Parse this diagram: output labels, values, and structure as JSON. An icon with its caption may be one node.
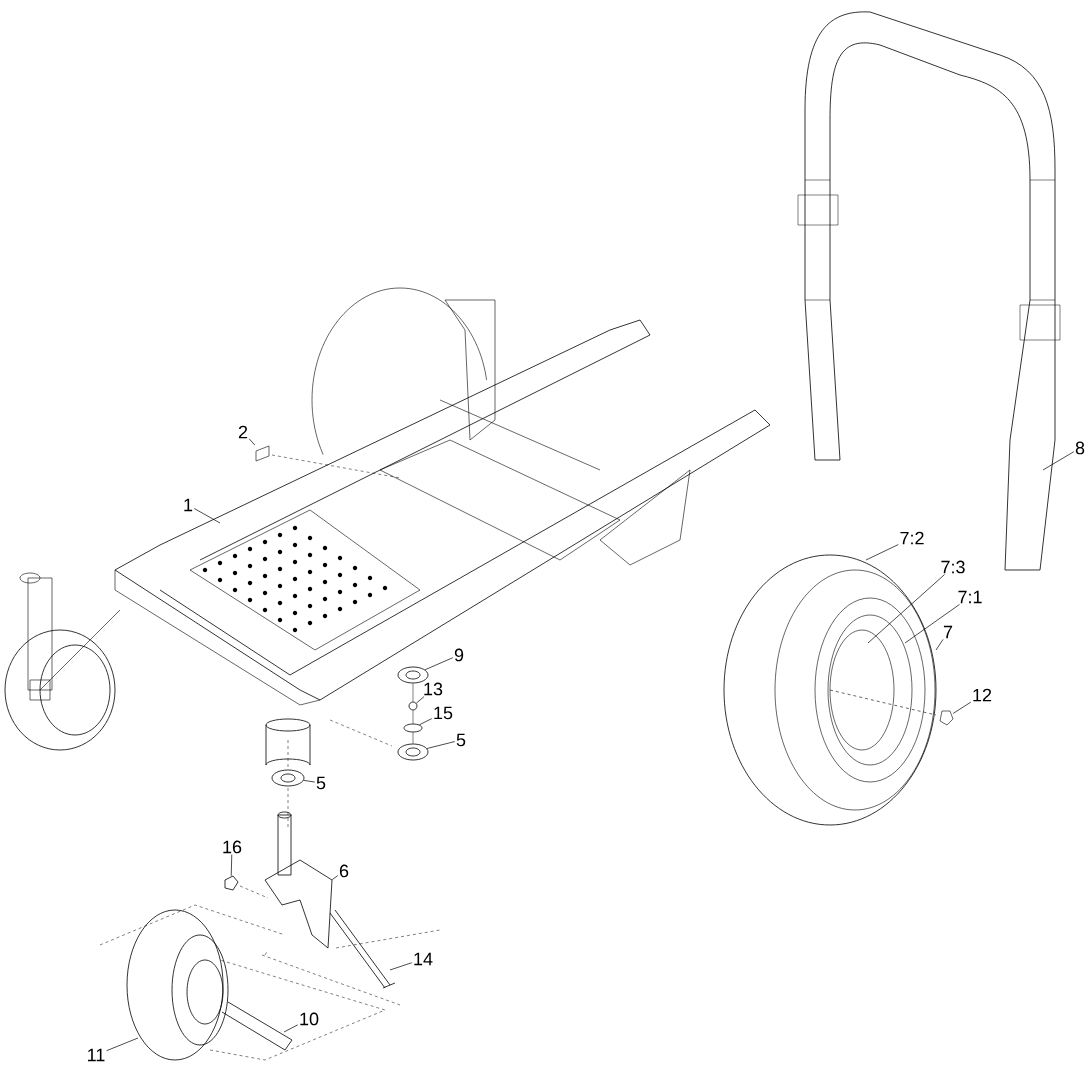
{
  "diagram": {
    "nodes": [
      {
        "text": [
          "2"
        ]
      },
      {
        "text": [
          "1"
        ]
      },
      {
        "text": [
          "9"
        ]
      },
      {
        "text": [
          "13"
        ]
      },
      {
        "text": [
          "15"
        ]
      },
      {
        "text": [
          "5"
        ]
      },
      {
        "text": [
          "5"
        ]
      },
      {
        "text": [
          "16"
        ]
      },
      {
        "text": [
          "6"
        ]
      },
      {
        "text": [
          "14"
        ]
      },
      {
        "text": [
          "10"
        ]
      },
      {
        "text": [
          "11"
        ]
      },
      {
        "text": [
          "7:2"
        ]
      },
      {
        "text": [
          "7:3"
        ]
      },
      {
        "text": [
          "7:1"
        ]
      },
      {
        "text": [
          "7"
        ]
      },
      {
        "text": [
          "12"
        ]
      },
      {
        "text": [
          "8"
        ]
      },
      {
        "text": [],
        "shape": "box"
      },
      {
        "text": [],
        "shape": "circle"
      },
      {
        "text": [],
        "shape": "circle"
      },
      {
        "text": [],
        "shape": "circle"
      },
      {
        "text": [],
        "shape": "circle"
      },
      {
        "text": [],
        "shape": "circle"
      },
      {
        "text": [],
        "shape": "picture"
      },
      {
        "text": [],
        "shape": "picture"
      },
      {
        "text": [],
        "shape": "picture"
      }
    ],
    "edges": [
      {
        "from": 0,
        "to": 18,
        "arrow": "none"
      },
      {
        "from": 1,
        "to": null,
        "arrow": "none"
      },
      {
        "from": 2,
        "to": 19,
        "arrow": "none"
      },
      {
        "from": 3,
        "to": 20,
        "arrow": "none"
      },
      {
        "from": 4,
        "to": 21,
        "arrow": "none"
      },
      {
        "from": 5,
        "to": 22,
        "arrow": "none"
      },
      {
        "from": 6,
        "to": 23,
        "arrow": "none"
      },
      {
        "from": 7,
        "to": 24,
        "arrow": "none"
      },
      {
        "from": 8,
        "to": 26,
        "arrow": "none"
      },
      {
        "from": 9,
        "to": null,
        "arrow": "none"
      },
      {
        "from": 10,
        "to": null,
        "arrow": "none"
      },
      {
        "from": 11,
        "to": null,
        "arrow": "none"
      },
      {
        "from": 12,
        "to": null,
        "arrow": "none"
      },
      {
        "from": 13,
        "to": null,
        "arrow": "none"
      },
      {
        "from": 14,
        "to": null,
        "arrow": "none"
      },
      {
        "from": 15,
        "to": null,
        "arrow": "none"
      },
      {
        "from": 16,
        "to": 25,
        "arrow": "none"
      },
      {
        "from": 17,
        "to": null,
        "arrow": "none"
      },
      {
        "from": 19,
        "to": 20,
        "arrow": "none"
      },
      {
        "from": 20,
        "to": 21,
        "arrow": "none"
      },
      {
        "from": 21,
        "to": 22,
        "arrow": "none"
      }
    ]
  }
}
